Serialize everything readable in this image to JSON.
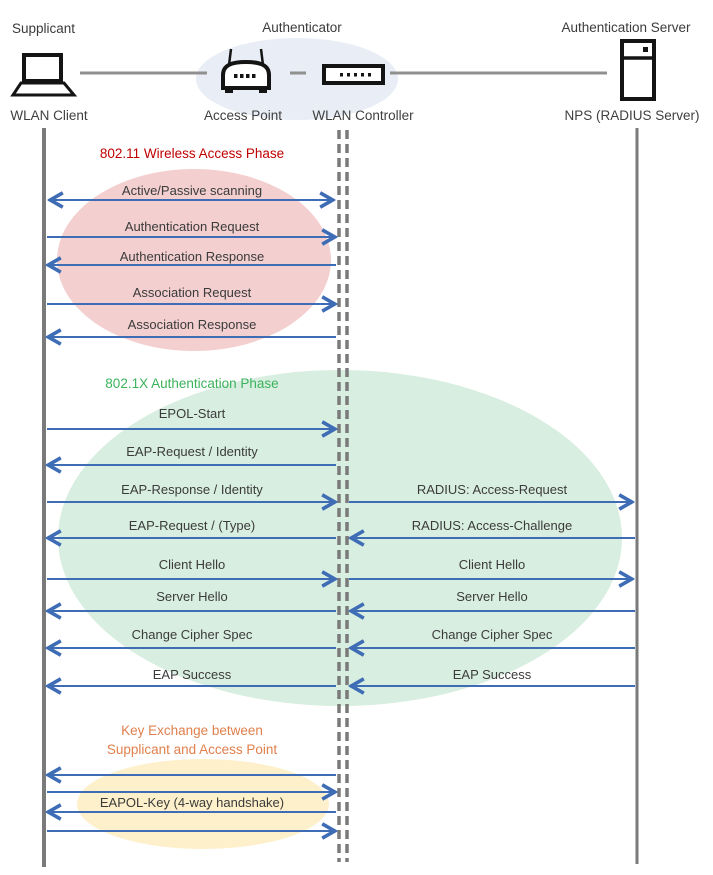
{
  "actors": {
    "supplicant": {
      "role": "Supplicant",
      "device": "WLAN Client"
    },
    "authenticator": {
      "role": "Authenticator",
      "access_point": "Access Point",
      "wlan_controller": "WLAN Controller"
    },
    "auth_server": {
      "role": "Authentication Server",
      "device": "NPS (RADIUS Server)"
    }
  },
  "phases": [
    {
      "title": "802.11 Wireless Access Phase",
      "title_color": "#c00000",
      "ellipse_color": "#f3cfcf",
      "messages": [
        {
          "label": "Active/Passive scanning",
          "direction": "both"
        },
        {
          "label": "Authentication Request",
          "direction": "right"
        },
        {
          "label": "Authentication Response",
          "direction": "left"
        },
        {
          "label": "Association Request",
          "direction": "right"
        },
        {
          "label": "Association Response",
          "direction": "left"
        }
      ]
    },
    {
      "title": "802.1X Authentication Phase",
      "title_color": "#3cb25b",
      "ellipse_color": "#d8eee0",
      "client_messages": [
        {
          "label": "EPOL-Start",
          "direction": "right"
        },
        {
          "label": "EAP-Request / Identity",
          "direction": "left"
        },
        {
          "label": "EAP-Response / Identity",
          "direction": "right"
        },
        {
          "label": "EAP-Request / (Type)",
          "direction": "left"
        },
        {
          "label": "Client Hello",
          "direction": "right"
        },
        {
          "label": "Server Hello",
          "direction": "left"
        },
        {
          "label": "Change Cipher Spec",
          "direction": "left"
        },
        {
          "label": "EAP Success",
          "direction": "left"
        }
      ],
      "server_messages": [
        {
          "label": "RADIUS: Access-Request",
          "direction": "right"
        },
        {
          "label": "RADIUS: Access-Challenge",
          "direction": "left"
        },
        {
          "label": "Client Hello",
          "direction": "right"
        },
        {
          "label": "Server Hello",
          "direction": "left"
        },
        {
          "label": "Change Cipher Spec",
          "direction": "left"
        },
        {
          "label": "EAP Success",
          "direction": "left"
        }
      ]
    },
    {
      "title_line1": "Key Exchange between",
      "title_line2": "Supplicant and Access Point",
      "title_color": "#e0804d",
      "ellipse_color": "#fdf0ca",
      "handshake": {
        "label": "EAPOL-Key (4-way handshake)",
        "arrows": [
          "left",
          "right",
          "left",
          "right"
        ]
      }
    }
  ],
  "colors": {
    "arrow": "#3e6cb5",
    "lifeline": "#7a7a7a",
    "connector": "#909090",
    "authenticator_bg": "#e9edf6",
    "text": "#3b3b3b"
  }
}
